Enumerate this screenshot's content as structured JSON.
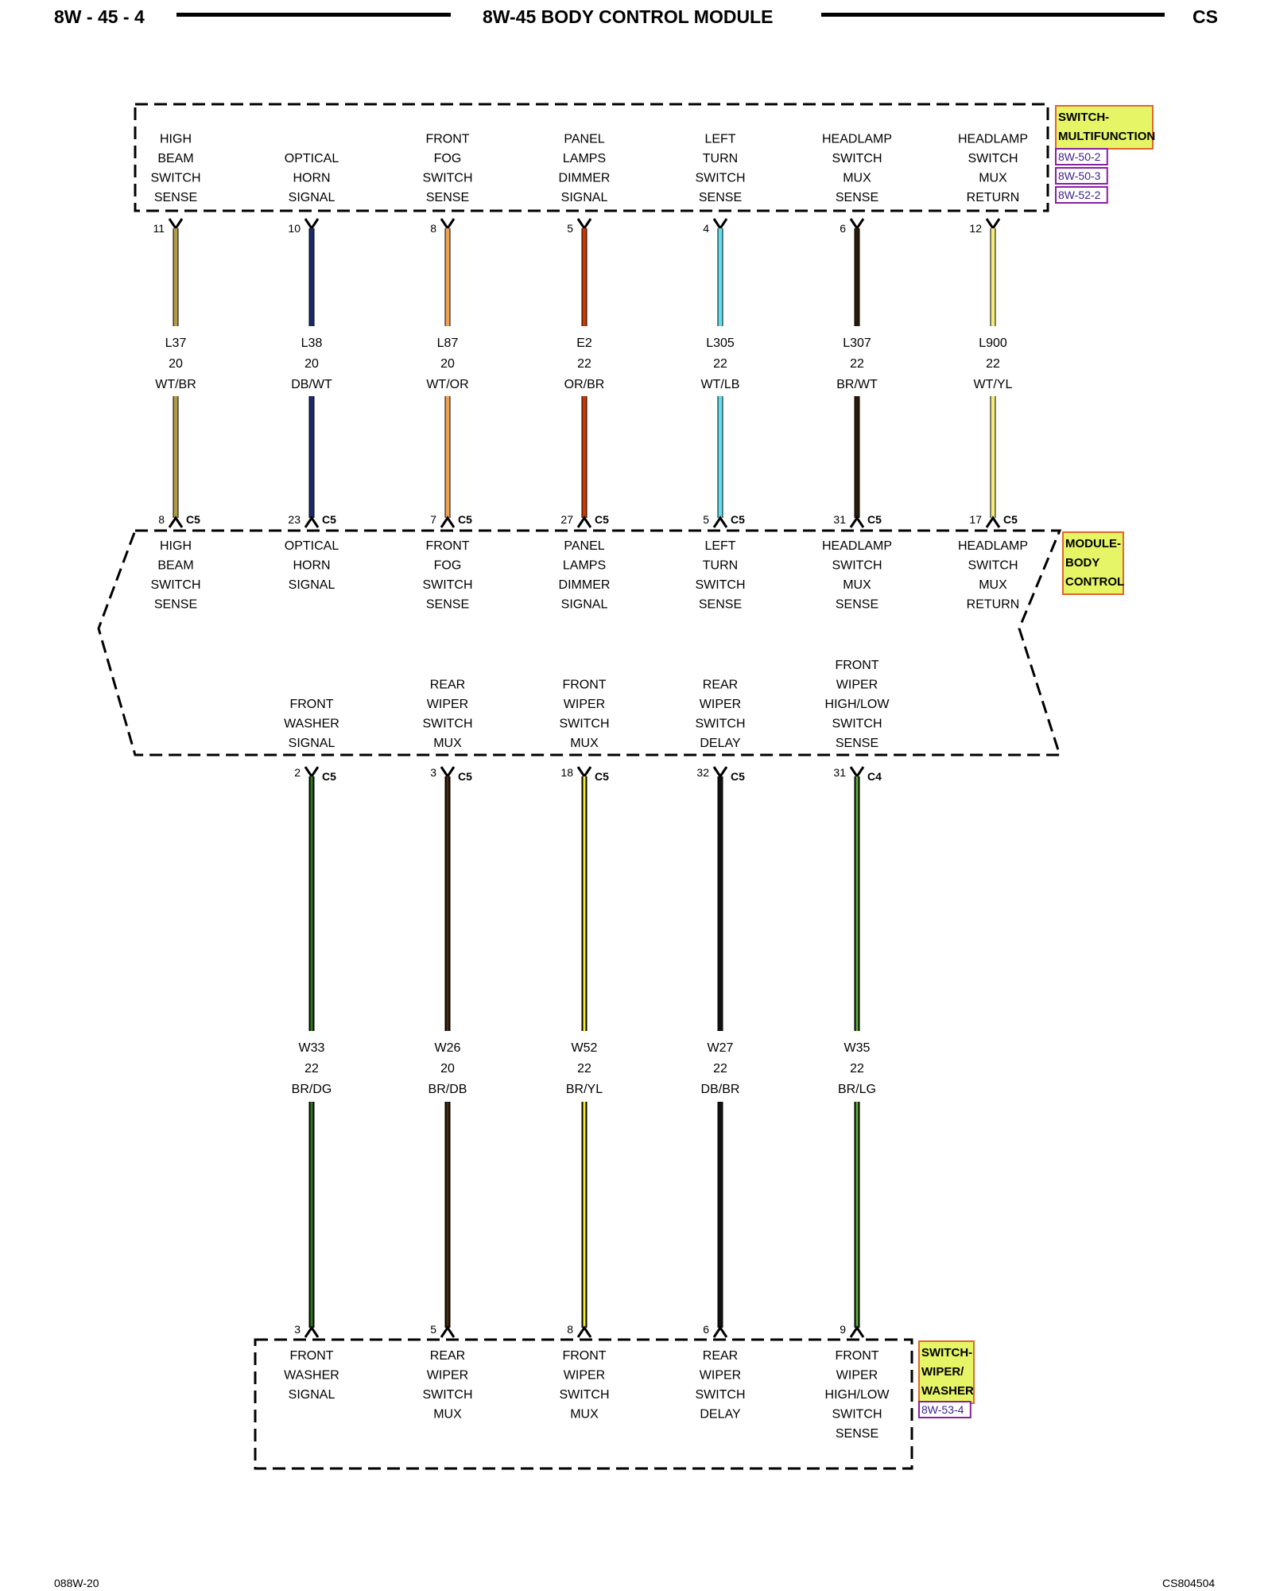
{
  "header": {
    "page": "8W - 45 - 4",
    "title": "8W-45 BODY CONTROL MODULE",
    "code": "CS"
  },
  "footer": {
    "left": "088W-20",
    "right": "CS804504"
  },
  "components": {
    "multifunction_switch": {
      "name": [
        "SWITCH-",
        "MULTIFUNCTION"
      ],
      "refs": [
        "8W-50-2",
        "8W-50-3",
        "8W-52-2"
      ]
    },
    "body_control_module": {
      "name": [
        "MODULE-",
        "BODY",
        "CONTROL"
      ],
      "refs": []
    },
    "wiper_washer_switch": {
      "name": [
        "SWITCH-",
        "WIPER/",
        "WASHER"
      ],
      "refs": [
        "8W-53-4"
      ]
    }
  },
  "colors": {
    "tag_fill": "#e6f566",
    "tag_border": "#e0662a",
    "ref_border": "#8a1fa0",
    "ref_text": "#3a1f8c"
  },
  "upper_circuits": [
    {
      "sw_label": [
        "HIGH",
        "BEAM",
        "SWITCH",
        "SENSE"
      ],
      "sw_pin": "11",
      "wire": "L37",
      "gauge": "20",
      "color_code": "WT/BR",
      "wire_color": "#b39a44",
      "stripe": "",
      "bcm_pin": "8",
      "bcm_conn": "C5",
      "bcm_label": [
        "HIGH",
        "BEAM",
        "SWITCH",
        "SENSE"
      ]
    },
    {
      "sw_label": [
        "OPTICAL",
        "HORN",
        "SIGNAL"
      ],
      "sw_pin": "10",
      "wire": "L38",
      "gauge": "20",
      "color_code": "DB/WT",
      "wire_color": "#1b2a6b",
      "stripe": "",
      "bcm_pin": "23",
      "bcm_conn": "C5",
      "bcm_label": [
        "OPTICAL",
        "HORN",
        "SIGNAL"
      ]
    },
    {
      "sw_label": [
        "FRONT",
        "FOG",
        "SWITCH",
        "SENSE"
      ],
      "sw_pin": "8",
      "wire": "L87",
      "gauge": "20",
      "color_code": "WT/OR",
      "wire_color": "#f0a050",
      "stripe": "",
      "bcm_pin": "7",
      "bcm_conn": "C5",
      "bcm_label": [
        "FRONT",
        "FOG",
        "SWITCH",
        "SENSE"
      ]
    },
    {
      "sw_label": [
        "PANEL",
        "LAMPS",
        "DIMMER",
        "SIGNAL"
      ],
      "sw_pin": "5",
      "wire": "E2",
      "gauge": "22",
      "color_code": "OR/BR",
      "wire_color": "#c83800",
      "stripe": "",
      "bcm_pin": "27",
      "bcm_conn": "C5",
      "bcm_label": [
        "PANEL",
        "LAMPS",
        "DIMMER",
        "SIGNAL"
      ]
    },
    {
      "sw_label": [
        "LEFT",
        "TURN",
        "SWITCH",
        "SENSE"
      ],
      "sw_pin": "4",
      "wire": "L305",
      "gauge": "22",
      "color_code": "WT/LB",
      "wire_color": "#5fe0f0",
      "stripe": "",
      "bcm_pin": "5",
      "bcm_conn": "C5",
      "bcm_label": [
        "LEFT",
        "TURN",
        "SWITCH",
        "SENSE"
      ]
    },
    {
      "sw_label": [
        "HEADLAMP",
        "SWITCH",
        "MUX",
        "SENSE"
      ],
      "sw_pin": "6",
      "wire": "L307",
      "gauge": "22",
      "color_code": "BR/WT",
      "wire_color": "#2a1a0a",
      "stripe": "",
      "bcm_pin": "31",
      "bcm_conn": "C5",
      "bcm_label": [
        "HEADLAMP",
        "SWITCH",
        "MUX",
        "SENSE"
      ]
    },
    {
      "sw_label": [
        "HEADLAMP",
        "SWITCH",
        "MUX",
        "RETURN"
      ],
      "sw_pin": "12",
      "wire": "L900",
      "gauge": "22",
      "color_code": "WT/YL",
      "wire_color": "#f2ec7a",
      "stripe": "",
      "bcm_pin": "17",
      "bcm_conn": "C5",
      "bcm_label": [
        "HEADLAMP",
        "SWITCH",
        "MUX",
        "RETURN"
      ]
    }
  ],
  "lower_circuits": [
    {
      "bcm_label": [
        "FRONT",
        "WASHER",
        "SIGNAL"
      ],
      "bcm_pin": "2",
      "bcm_conn": "C5",
      "wire": "W33",
      "gauge": "22",
      "color_code": "BR/DG",
      "wire_color": "#111111",
      "stripe": "#2f7a1a",
      "sw_pin": "3",
      "sw_label": [
        "FRONT",
        "WASHER",
        "SIGNAL"
      ]
    },
    {
      "bcm_label": [
        "REAR",
        "WIPER",
        "SWITCH",
        "MUX"
      ],
      "bcm_pin": "3",
      "bcm_conn": "C5",
      "wire": "W26",
      "gauge": "20",
      "color_code": "BR/DB",
      "wire_color": "#111111",
      "stripe": "#4a2e12",
      "sw_pin": "5",
      "sw_label": [
        "REAR",
        "WIPER",
        "SWITCH",
        "MUX"
      ]
    },
    {
      "bcm_label": [
        "FRONT",
        "WIPER",
        "SWITCH",
        "MUX"
      ],
      "bcm_pin": "18",
      "bcm_conn": "C5",
      "wire": "W52",
      "gauge": "22",
      "color_code": "BR/YL",
      "wire_color": "#111111",
      "stripe": "#f5ee30",
      "sw_pin": "8",
      "sw_label": [
        "FRONT",
        "WIPER",
        "SWITCH",
        "MUX"
      ]
    },
    {
      "bcm_label": [
        "REAR",
        "WIPER",
        "SWITCH",
        "DELAY"
      ],
      "bcm_pin": "32",
      "bcm_conn": "C5",
      "wire": "W27",
      "gauge": "22",
      "color_code": "DB/BR",
      "wire_color": "#111111",
      "stripe": "",
      "sw_pin": "6",
      "sw_label": [
        "REAR",
        "WIPER",
        "SWITCH",
        "DELAY"
      ]
    },
    {
      "bcm_label": [
        "FRONT",
        "WIPER",
        "HIGH/LOW",
        "SWITCH",
        "SENSE"
      ],
      "bcm_pin": "31",
      "bcm_conn": "C4",
      "wire": "W35",
      "gauge": "22",
      "color_code": "BR/LG",
      "wire_color": "#111111",
      "stripe": "#5fb03a",
      "sw_pin": "9",
      "sw_label": [
        "FRONT",
        "WIPER",
        "HIGH/LOW",
        "SWITCH",
        "SENSE"
      ]
    }
  ]
}
